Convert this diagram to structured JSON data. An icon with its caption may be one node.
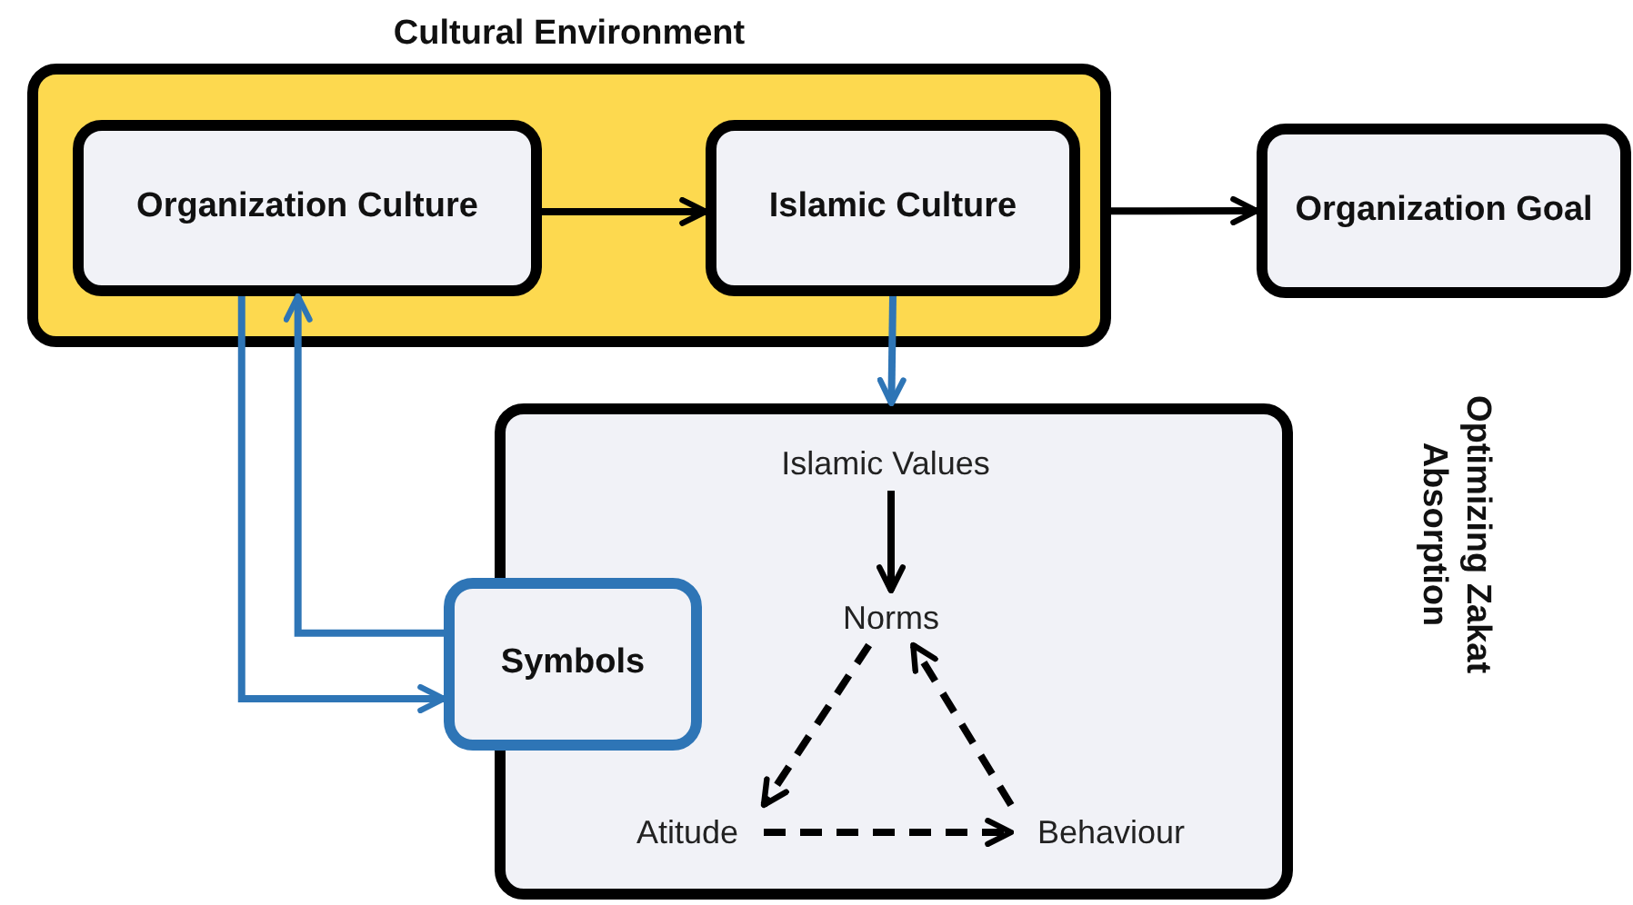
{
  "diagram": {
    "nodes": [
      {
        "text": [
          "Cultural Environment"
        ]
      },
      {
        "text": [
          "Organization Culture"
        ],
        "in": 0
      },
      {
        "text": [
          "Islamic Culture"
        ],
        "in": 0
      },
      {
        "text": [
          "Organization Goal"
        ]
      },
      {
        "text": [],
        "shape": "box"
      },
      {
        "text": [
          "Islamic Values"
        ],
        "in": 4
      },
      {
        "text": [
          "Norms"
        ],
        "in": 4
      },
      {
        "text": [
          "Atitude"
        ],
        "in": 4
      },
      {
        "text": [
          "Behaviour"
        ],
        "in": 4
      },
      {
        "text": [
          "Symbols"
        ]
      }
    ],
    "edges": [
      {
        "from": 1,
        "to": 2,
        "arrow": "to"
      },
      {
        "from": 0,
        "to": 3,
        "arrow": "to"
      },
      {
        "from": 2,
        "to": 4,
        "arrow": "to",
        "color": "#2e75b6"
      },
      {
        "from": 5,
        "to": 6,
        "arrow": "to"
      },
      {
        "from": 6,
        "to": 7,
        "arrow": "to",
        "style": "dashed"
      },
      {
        "from": 7,
        "to": 8,
        "arrow": "to",
        "style": "dashed"
      },
      {
        "from": 8,
        "to": 6,
        "arrow": "to",
        "style": "dashed"
      },
      {
        "from": 1,
        "to": 9,
        "arrow": "to",
        "color": "#2e75b6"
      },
      {
        "from": 9,
        "to": 1,
        "arrow": "to",
        "color": "#2e75b6"
      }
    ],
    "labels": [
      "Optimizing Zakat Absorption"
    ]
  }
}
